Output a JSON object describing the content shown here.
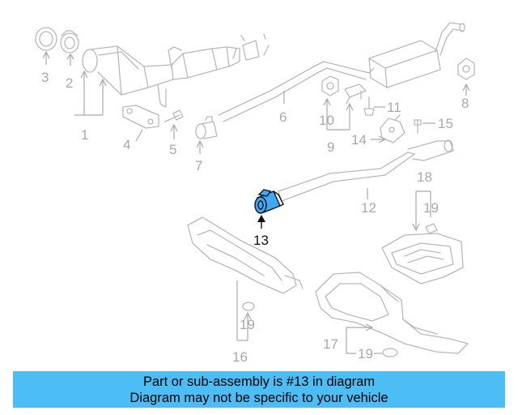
{
  "callouts": {
    "c1": "1",
    "c2": "2",
    "c3": "3",
    "c4": "4",
    "c5": "5",
    "c6": "6",
    "c7": "7",
    "c8": "8",
    "c9": "9",
    "c10": "10",
    "c11": "11",
    "c12": "12",
    "c13": "13",
    "c14": "14",
    "c15": "15",
    "c16": "16",
    "c17": "17",
    "c18": "18",
    "c19a": "19",
    "c19b": "19",
    "c19c": "19"
  },
  "highlighted_part": "13",
  "colors": {
    "banner": "#4dbdf5",
    "highlight": "#3fa9f5",
    "part_line": "#b9b9b9"
  },
  "banner": {
    "line1": "Part or sub-assembly is #13 in diagram",
    "line2": "Diagram may not be specific to your vehicle"
  }
}
